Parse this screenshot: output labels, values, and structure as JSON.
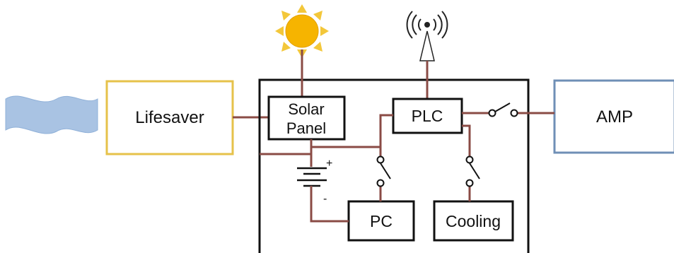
{
  "blocks": {
    "lifesaver": "Lifesaver",
    "solar_line1": "Solar",
    "solar_line2": "Panel",
    "plc": "PLC",
    "amp": "AMP",
    "pc": "PC",
    "cooling": "Cooling"
  },
  "battery": {
    "plus": "+",
    "minus": "-"
  },
  "icons": [
    "water-wave-icon",
    "sun-icon",
    "antenna-tower-icon",
    "battery-icon",
    "switch-icon"
  ],
  "colors": {
    "wire": "#8a4b45",
    "lifesaver_border": "#e6c24a",
    "amp_border": "#6f8fb6",
    "sun": "#f6b400",
    "sun_rays": "#f3c73a",
    "water": "#a9c3e3",
    "box_border": "#111111"
  }
}
